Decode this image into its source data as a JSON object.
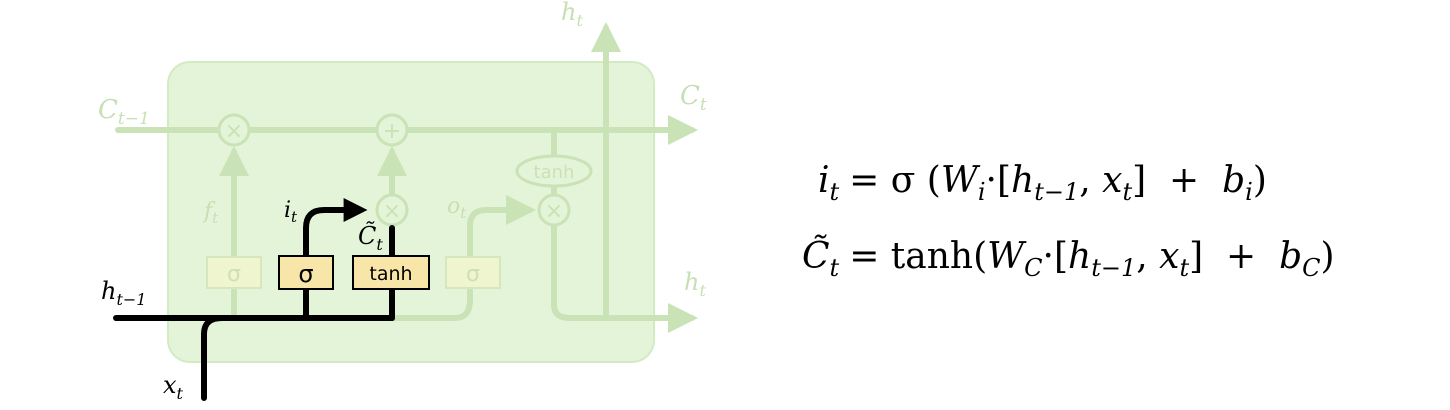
{
  "diagram": {
    "labels": {
      "c_prev": {
        "base": "C",
        "sub": "t−1"
      },
      "c_out": {
        "base": "C",
        "sub": "t"
      },
      "h_top": {
        "base": "h",
        "sub": "t"
      },
      "h_right": {
        "base": "h",
        "sub": "t"
      },
      "h_prev": {
        "base": "h",
        "sub": "t−1"
      },
      "x_in": {
        "base": "x",
        "sub": "t"
      },
      "f_gate": {
        "base": "f",
        "sub": "t"
      },
      "o_gate": {
        "base": "o",
        "sub": "t"
      },
      "i_gate": {
        "base": "i",
        "sub": "t"
      },
      "c_tilde": {
        "base": "C̃",
        "sub": "t"
      }
    },
    "ops": {
      "multiply": "×",
      "add": "+",
      "tanh_pill": "tanh"
    },
    "layers": {
      "sigma_faded_1": "σ",
      "sigma_active": "σ",
      "tanh_active": "tanh",
      "sigma_faded_2": "σ"
    },
    "colors": {
      "cell_fill": "#e4f4d9",
      "cell_stroke": "#cfe8bd",
      "faded_line": "#c9e2b6",
      "faded_text": "#c6dfb3",
      "active_line": "#000000",
      "layer_fill": "#f8e6a8"
    }
  },
  "equations": {
    "eq1": {
      "lhs": {
        "base": "i",
        "sub": "t"
      },
      "rhs_parts": [
        "= σ (",
        "W",
        "i",
        "·[",
        "h",
        "t−1",
        ", ",
        "x",
        "t",
        "]  +  ",
        "b",
        "i",
        ")"
      ]
    },
    "eq2": {
      "lhs": {
        "base": "C̃",
        "sub": "t"
      },
      "rhs_parts": [
        "= tanh(",
        "W",
        "C",
        "·[",
        "h",
        "t−1",
        ", ",
        "x",
        "t",
        "]  +  ",
        "b",
        "C",
        ")"
      ]
    }
  }
}
